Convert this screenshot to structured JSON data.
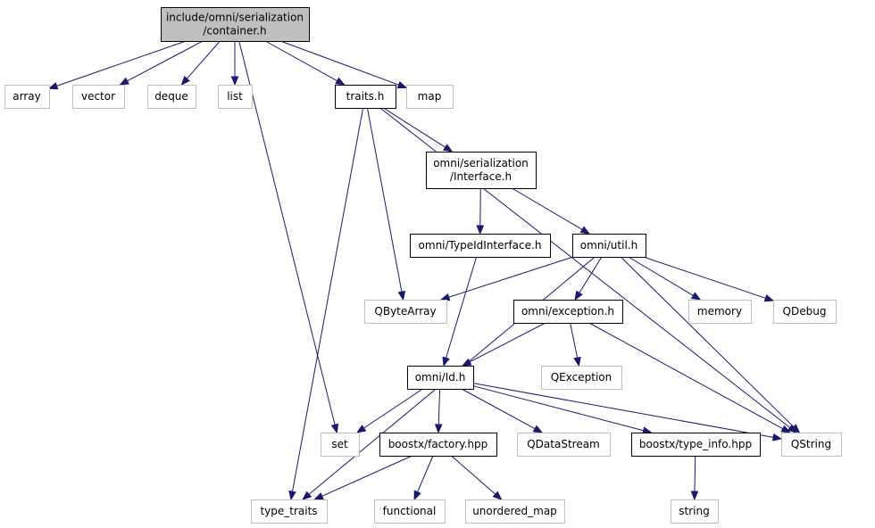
{
  "diagram": {
    "type": "include-dependency-graph",
    "colors": {
      "edge": "#191970",
      "focus_fill": "#bfbfbf",
      "focus_stroke": "#000000",
      "local_stroke": "#000000",
      "system_stroke": "#bfbfbf",
      "text": "#000000"
    },
    "nodes": [
      {
        "id": "container",
        "lines": [
          "include/omni/serialization",
          "/container.h"
        ],
        "kind": "focus"
      },
      {
        "id": "array",
        "lines": [
          "array"
        ],
        "kind": "system"
      },
      {
        "id": "vector",
        "lines": [
          "vector"
        ],
        "kind": "system"
      },
      {
        "id": "deque",
        "lines": [
          "deque"
        ],
        "kind": "system"
      },
      {
        "id": "list",
        "lines": [
          "list"
        ],
        "kind": "system"
      },
      {
        "id": "traits",
        "lines": [
          "traits.h"
        ],
        "kind": "local"
      },
      {
        "id": "map",
        "lines": [
          "map"
        ],
        "kind": "system"
      },
      {
        "id": "interface",
        "lines": [
          "omni/serialization",
          "/Interface.h"
        ],
        "kind": "local"
      },
      {
        "id": "typeid",
        "lines": [
          "omni/TypeIdInterface.h"
        ],
        "kind": "local"
      },
      {
        "id": "util",
        "lines": [
          "omni/util.h"
        ],
        "kind": "local"
      },
      {
        "id": "qbytearray",
        "lines": [
          "QByteArray"
        ],
        "kind": "system"
      },
      {
        "id": "exception",
        "lines": [
          "omni/exception.h"
        ],
        "kind": "local"
      },
      {
        "id": "memory",
        "lines": [
          "memory"
        ],
        "kind": "system"
      },
      {
        "id": "qdebug",
        "lines": [
          "QDebug"
        ],
        "kind": "system"
      },
      {
        "id": "qexception",
        "lines": [
          "QException"
        ],
        "kind": "system"
      },
      {
        "id": "id",
        "lines": [
          "omni/Id.h"
        ],
        "kind": "local"
      },
      {
        "id": "set",
        "lines": [
          "set"
        ],
        "kind": "system"
      },
      {
        "id": "factory",
        "lines": [
          "boostx/factory.hpp"
        ],
        "kind": "local"
      },
      {
        "id": "qdatastream",
        "lines": [
          "QDataStream"
        ],
        "kind": "system"
      },
      {
        "id": "typeinfo",
        "lines": [
          "boostx/type_info.hpp"
        ],
        "kind": "local"
      },
      {
        "id": "qstring",
        "lines": [
          "QString"
        ],
        "kind": "system"
      },
      {
        "id": "typetraits",
        "lines": [
          "type_traits"
        ],
        "kind": "system"
      },
      {
        "id": "functional",
        "lines": [
          "functional"
        ],
        "kind": "system"
      },
      {
        "id": "unorderedmap",
        "lines": [
          "unordered_map"
        ],
        "kind": "system"
      },
      {
        "id": "string",
        "lines": [
          "string"
        ],
        "kind": "system"
      }
    ],
    "edges": [
      {
        "from": "container",
        "to": "array"
      },
      {
        "from": "container",
        "to": "vector"
      },
      {
        "from": "container",
        "to": "deque"
      },
      {
        "from": "container",
        "to": "list"
      },
      {
        "from": "container",
        "to": "traits"
      },
      {
        "from": "container",
        "to": "map"
      },
      {
        "from": "container",
        "to": "set"
      },
      {
        "from": "traits",
        "to": "interface"
      },
      {
        "from": "traits",
        "to": "qbytearray"
      },
      {
        "from": "traits",
        "to": "typetraits"
      },
      {
        "from": "traits",
        "to": "qstring"
      },
      {
        "from": "interface",
        "to": "typeid"
      },
      {
        "from": "interface",
        "to": "util"
      },
      {
        "from": "typeid",
        "to": "id"
      },
      {
        "from": "util",
        "to": "qbytearray"
      },
      {
        "from": "util",
        "to": "exception"
      },
      {
        "from": "util",
        "to": "memory"
      },
      {
        "from": "util",
        "to": "qdebug"
      },
      {
        "from": "util",
        "to": "qstring"
      },
      {
        "from": "util",
        "to": "typetraits"
      },
      {
        "from": "exception",
        "to": "id"
      },
      {
        "from": "exception",
        "to": "qexception"
      },
      {
        "from": "exception",
        "to": "qstring"
      },
      {
        "from": "id",
        "to": "set"
      },
      {
        "from": "id",
        "to": "factory"
      },
      {
        "from": "id",
        "to": "qdatastream"
      },
      {
        "from": "id",
        "to": "typeinfo"
      },
      {
        "from": "id",
        "to": "qstring"
      },
      {
        "from": "factory",
        "to": "typetraits"
      },
      {
        "from": "factory",
        "to": "functional"
      },
      {
        "from": "factory",
        "to": "unorderedmap"
      },
      {
        "from": "typeinfo",
        "to": "string"
      }
    ]
  }
}
